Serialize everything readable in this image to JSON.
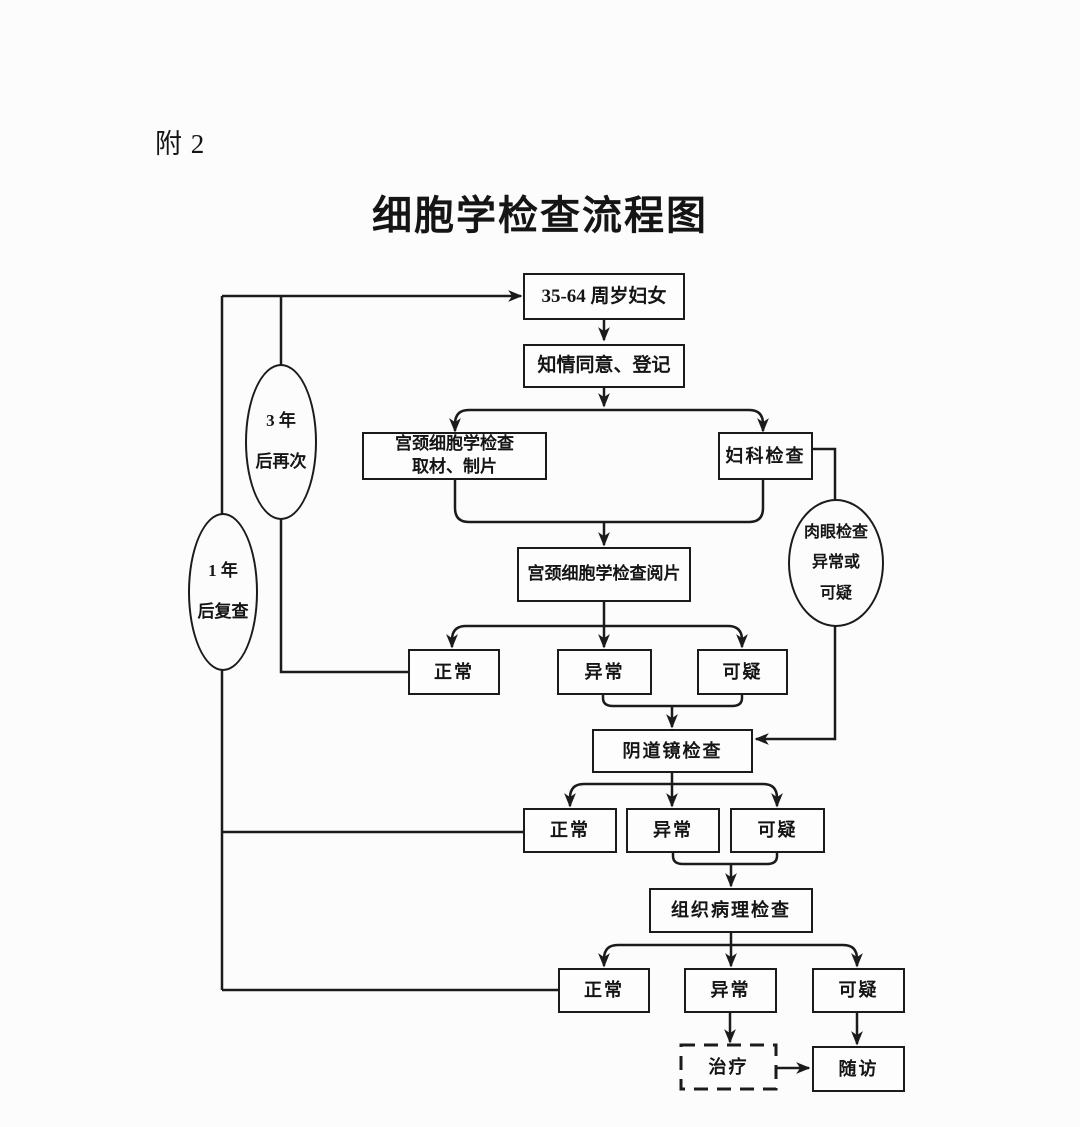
{
  "page": {
    "appendix": "附 2",
    "title": "细胞学检查流程图"
  },
  "nodes": {
    "target": "35-64 周岁妇女",
    "consent": "知情同意、登记",
    "sampling_line1": "宫颈细胞学检查",
    "sampling_line2": "取材、制片",
    "gyn": "妇科检查",
    "reading": "宫颈细胞学检查阅片",
    "cyto_normal": "正常",
    "cyto_abnormal": "异常",
    "cyto_suspicious": "可疑",
    "colposcopy": "阴道镜检查",
    "colpo_normal": "正常",
    "colpo_abnormal": "异常",
    "colpo_suspicious": "可疑",
    "histopath": "组织病理检查",
    "histo_normal": "正常",
    "histo_abnormal": "异常",
    "histo_suspicious": "可疑",
    "treatment": "治疗",
    "followup": "随访",
    "recheck_3y_line1": "3 年",
    "recheck_3y_line2": "后再次",
    "recheck_1y_line1": "1 年",
    "recheck_1y_line2": "后复查",
    "eye_line1": "肉眼检查",
    "eye_line2": "异常或",
    "eye_line3": "可疑"
  },
  "colors": {
    "line": "#1b1b1b",
    "background": "#fcfcfc",
    "text": "#151515"
  }
}
